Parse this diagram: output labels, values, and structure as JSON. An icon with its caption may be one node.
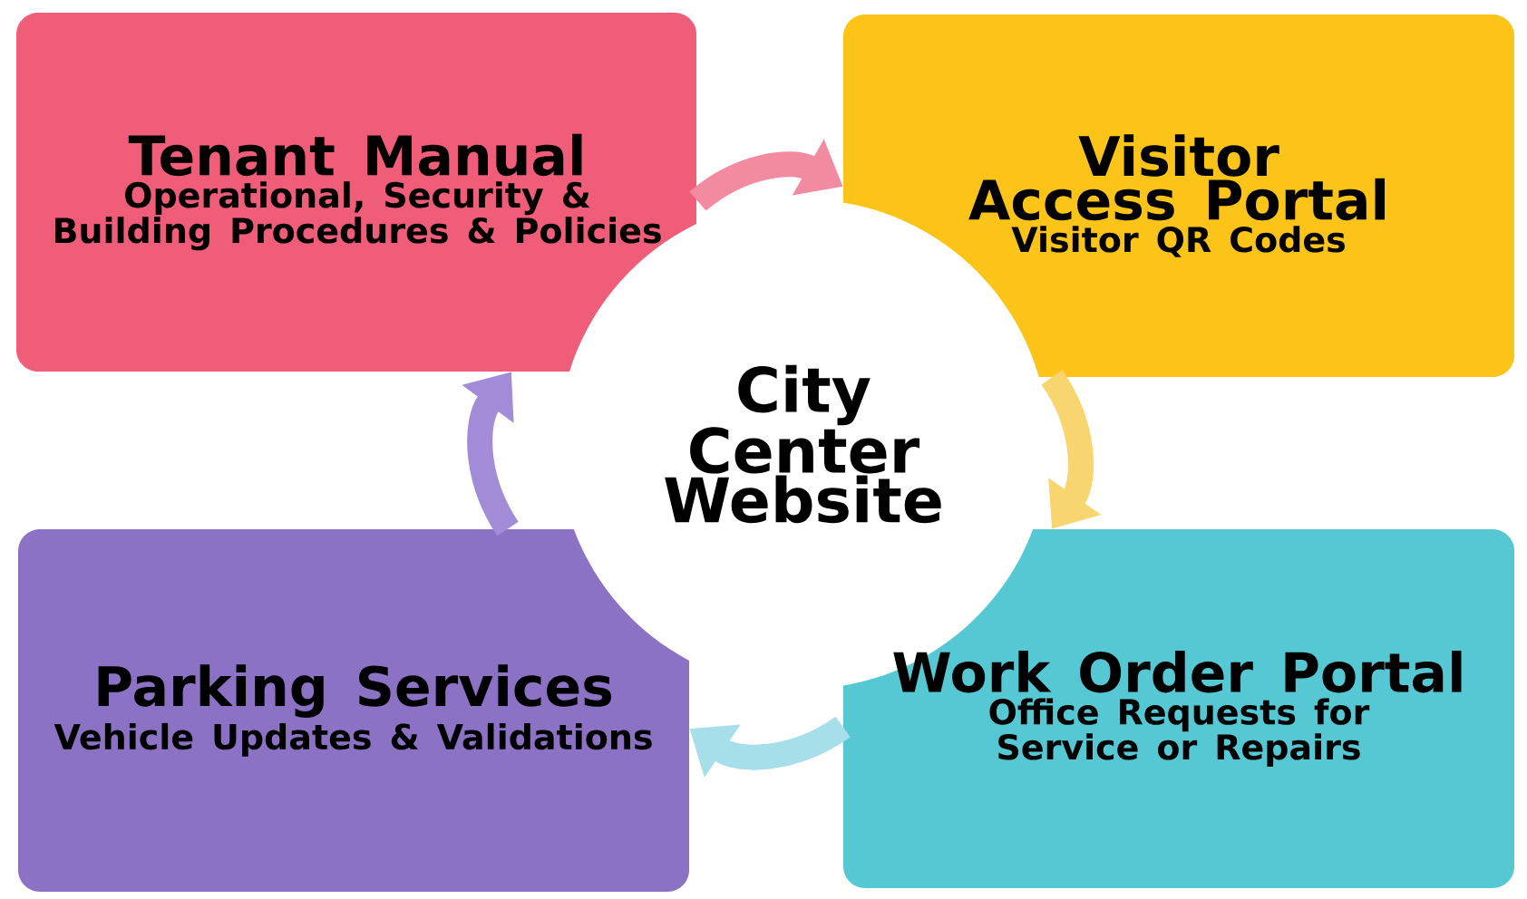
{
  "diagram": {
    "nodes": [
      {
        "text": [
          "Tenant Manual",
          "Operational, Security & Building Procedures & Policies"
        ]
      },
      {
        "text": [
          "Visitor Access Portal",
          "Visitor QR Codes"
        ]
      },
      {
        "text": [
          "City Center Website"
        ]
      },
      {
        "text": [
          "Parking Services",
          "Vehicle Updates & Validations"
        ]
      },
      {
        "text": [
          "Work Order Portal",
          "Office Requests for Service or Repairs"
        ]
      }
    ],
    "edges": [
      {
        "from": 0,
        "to": 1,
        "arrow": "to",
        "color": "#f28aa0"
      },
      {
        "from": 1,
        "to": 4,
        "arrow": "to",
        "color": "#f8d56e"
      },
      {
        "from": 4,
        "to": 3,
        "arrow": "to",
        "color": "#a6dfe9"
      },
      {
        "from": 3,
        "to": 0,
        "arrow": "to",
        "color": "#a28cd8"
      }
    ]
  }
}
